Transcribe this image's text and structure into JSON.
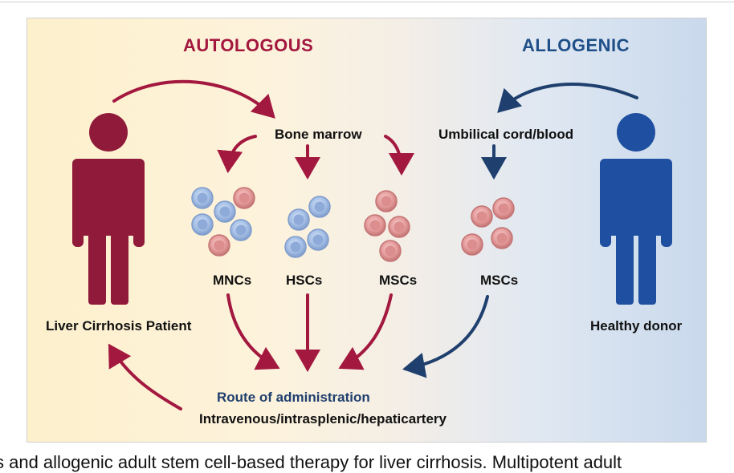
{
  "titles": {
    "autologous": "AUTOLOGOUS",
    "allogenic": "ALLOGENIC"
  },
  "sources": {
    "bone_marrow": "Bone marrow",
    "umbilical": "Umbilical cord/blood"
  },
  "cells": {
    "mncs": "MNCs",
    "hscs": "HSCs",
    "mscs_auto": "MSCs",
    "mscs_allo": "MSCs"
  },
  "people": {
    "patient": "Liver Cirrhosis Patient",
    "donor": "Healthy donor"
  },
  "route": {
    "title": "Route of administration",
    "routes": "Intravenous/intrasplenic/hepaticartery"
  },
  "caption": "s and allogenic adult stem cell-based therapy for liver cirrhosis. Multipotent adult",
  "colors": {
    "autologous": "#a3183f",
    "allogenic": "#1f4f88",
    "cell_blue": "#a9c3e8",
    "cell_red": "#e8a0a0"
  }
}
